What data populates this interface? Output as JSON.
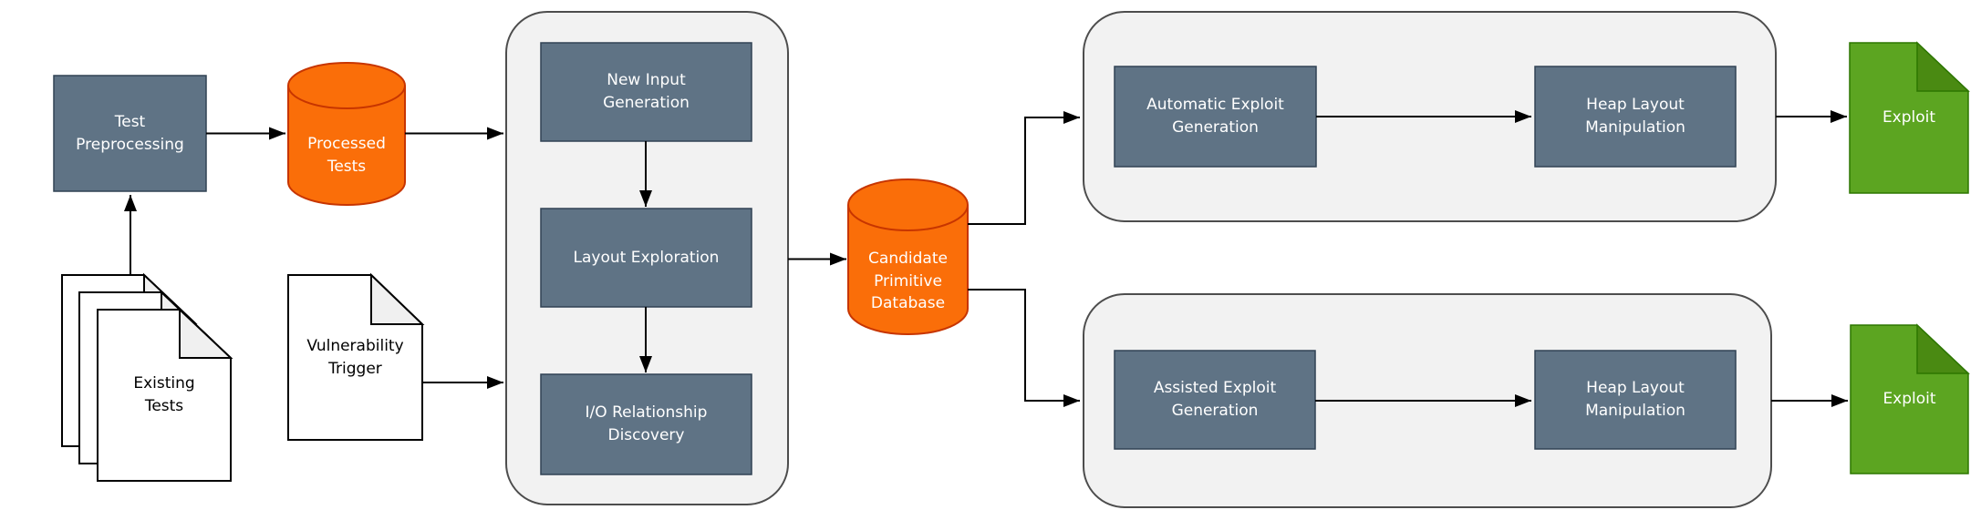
{
  "diagram": {
    "title_hint": "exploit generation pipeline flowchart",
    "nodes": {
      "test_preprocessing": {
        "label": "Test\nPreprocessing",
        "type": "process"
      },
      "processed_tests": {
        "label": "Processed\nTests",
        "type": "database"
      },
      "existing_tests": {
        "label": "Existing\nTests",
        "type": "document-stack"
      },
      "vulnerability_trigger": {
        "label": "Vulnerability\nTrigger",
        "type": "document"
      },
      "new_input_generation": {
        "label": "New Input\nGeneration",
        "type": "process"
      },
      "layout_exploration": {
        "label": "Layout Exploration",
        "type": "process"
      },
      "io_relationship_discovery": {
        "label": "I/O Relationship\nDiscovery",
        "type": "process"
      },
      "candidate_primitive_database": {
        "label": "Candidate\nPrimitive\nDatabase",
        "type": "database"
      },
      "automatic_exploit_generation": {
        "label": "Automatic Exploit\nGeneration",
        "type": "process"
      },
      "heap_layout_manipulation_top": {
        "label": "Heap Layout\nManipulation",
        "type": "process"
      },
      "assisted_exploit_generation": {
        "label": "Assisted Exploit\nGeneration",
        "type": "process"
      },
      "heap_layout_manipulation_bottom": {
        "label": "Heap Layout\nManipulation",
        "type": "process"
      },
      "exploit_top": {
        "label": "Exploit",
        "type": "document-green"
      },
      "exploit_bottom": {
        "label": "Exploit",
        "type": "document-green"
      }
    },
    "connections": [
      "existing_tests -> test_preprocessing",
      "test_preprocessing -> processed_tests",
      "processed_tests -> exploration_container",
      "vulnerability_trigger -> exploration_container",
      "new_input_generation -> layout_exploration",
      "layout_exploration -> io_relationship_discovery",
      "layout_exploration -> candidate_primitive_database",
      "candidate_primitive_database -> automatic_container",
      "candidate_primitive_database -> assisted_container",
      "automatic_exploit_generation -> heap_layout_manipulation_top",
      "assisted_exploit_generation -> heap_layout_manipulation_bottom",
      "automatic_container -> exploit_top",
      "assisted_container -> exploit_bottom"
    ],
    "colors": {
      "node_fill": "#5F7385",
      "node_stroke": "#314354",
      "container_fill": "#F2F2F2",
      "container_stroke": "#4D4D4D",
      "db_fill": "#FA6E09",
      "db_stroke": "#C73500",
      "doc_fill": "#FFFFFF",
      "doc_stroke": "#000000",
      "doc_fold": "#F0F0F0",
      "green_fill": "#5CA521",
      "green_stroke": "#2D7600",
      "green_fold": "#4A8A12",
      "arrow_color": "#000000",
      "text_light": "#FFFFFF",
      "text_dark": "#000000"
    }
  }
}
